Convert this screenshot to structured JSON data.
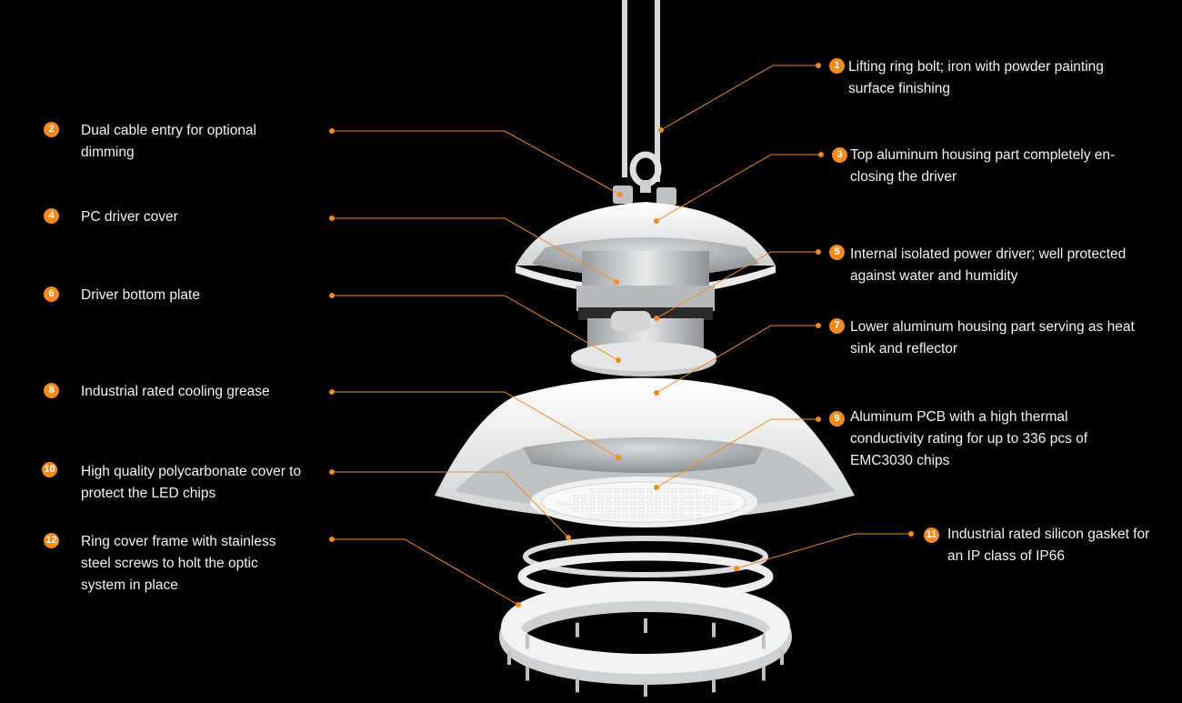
{
  "accent_color": "#f28a20",
  "callouts": [
    {
      "num": "1",
      "lines": [
        "Lifting ring bolt; iron with  powder painting",
        "surface finishing"
      ]
    },
    {
      "num": "2",
      "lines": [
        "Dual cable entry for optional",
        "dimming"
      ]
    },
    {
      "num": "3",
      "lines": [
        "Top aluminum housing part completely en-",
        "closing the driver"
      ]
    },
    {
      "num": "4",
      "lines": [
        "PC driver cover"
      ]
    },
    {
      "num": "5",
      "lines": [
        "Internal isolated power driver; well protected",
        "against water and humidity"
      ]
    },
    {
      "num": "6",
      "lines": [
        "Driver bottom plate"
      ]
    },
    {
      "num": "7",
      "lines": [
        "Lower aluminum housing part serving as heat",
        "sink and reflector"
      ]
    },
    {
      "num": "8",
      "lines": [
        "Industrial rated cooling grease"
      ]
    },
    {
      "num": "9",
      "lines": [
        "Aluminum PCB with a high thermal",
        "conductivity rating for up to 336 pcs of",
        "EMC3030 chips"
      ]
    },
    {
      "num": "10",
      "lines": [
        "High quality polycarbonate cover to",
        "protect the LED chips"
      ]
    },
    {
      "num": "11",
      "lines": [
        "Industrial rated silicon gasket for",
        "an IP class of IP66"
      ]
    },
    {
      "num": "12",
      "lines": [
        "Ring cover frame with stainless",
        "steel screws to holt the optic",
        "system in place"
      ]
    }
  ]
}
